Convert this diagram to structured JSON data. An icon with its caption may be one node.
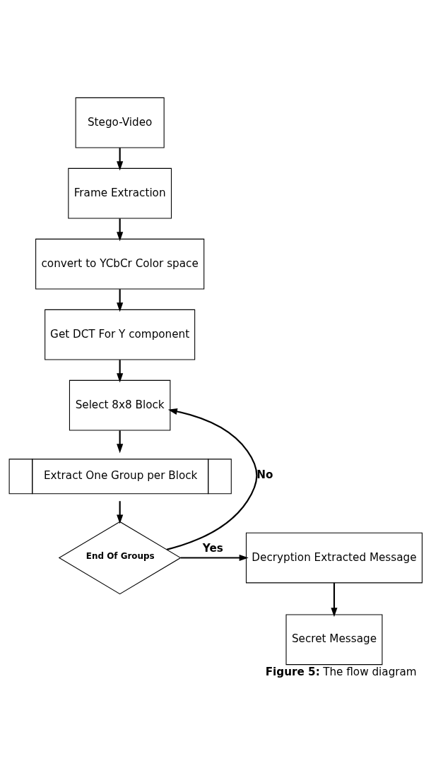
{
  "diagram": {
    "caption": "**Figure 5:** The flow diagram",
    "nodes": [
      {
        "text": [
          "Stego-Video"
        ]
      },
      {
        "text": [
          "Frame Extraction"
        ]
      },
      {
        "text": [
          "convert to YCbCr Color space"
        ]
      },
      {
        "text": [
          "Get DCT For Y component"
        ]
      },
      {
        "text": [
          "Select 8x8 Block"
        ]
      },
      {
        "text": [
          "Extract One Group per Block"
        ]
      },
      {
        "text": [
          "End Of Groups"
        ]
      },
      {
        "text": [
          "Decryption Extracted Message"
        ]
      },
      {
        "text": [
          "Secret Message"
        ]
      }
    ],
    "edges": [
      {
        "from": 0,
        "to": 1,
        "arrow": "to"
      },
      {
        "from": 1,
        "to": 2,
        "arrow": "to"
      },
      {
        "from": 2,
        "to": 3,
        "arrow": "to"
      },
      {
        "from": 3,
        "to": 4,
        "arrow": "to"
      },
      {
        "from": 4,
        "to": 5,
        "arrow": "to"
      },
      {
        "from": 5,
        "to": 6,
        "arrow": "to"
      },
      {
        "from": 6,
        "to": 7,
        "arrow": "to",
        "label": "Yes"
      },
      {
        "from": 6,
        "to": 4,
        "arrow": "to",
        "label": "No"
      },
      {
        "from": 7,
        "to": 8,
        "arrow": "to"
      }
    ]
  }
}
